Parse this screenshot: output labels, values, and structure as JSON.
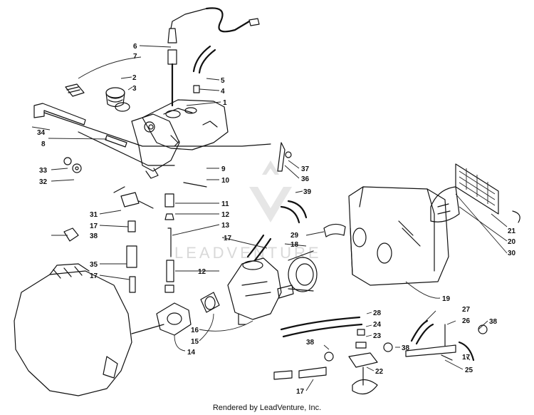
{
  "watermark": "LEADVENTURE",
  "credit": "Rendered by LeadVenture, Inc.",
  "callouts": {
    "c1": "1",
    "c2": "2",
    "c3": "3",
    "c4": "4",
    "c5": "5",
    "c6": "6",
    "c7": "7",
    "c8": "8",
    "c9": "9",
    "c10": "10",
    "c11": "11",
    "c12a": "12",
    "c12b": "12",
    "c13": "13",
    "c14": "14",
    "c15": "15",
    "c16": "16",
    "c17a": "17",
    "c17b": "17",
    "c17c": "17",
    "c17d": "17",
    "c17e": "17",
    "c18": "18",
    "c19": "19",
    "c20": "20",
    "c21": "21",
    "c22": "22",
    "c23": "23",
    "c24": "24",
    "c25": "25",
    "c26": "26",
    "c27": "27",
    "c28": "28",
    "c29": "29",
    "c30": "30",
    "c31": "31",
    "c32": "32",
    "c33": "33",
    "c34": "34",
    "c35": "35",
    "c36": "36",
    "c37": "37",
    "c38a": "38",
    "c38b": "38",
    "c38c": "38",
    "c38d": "38",
    "c39": "39"
  }
}
